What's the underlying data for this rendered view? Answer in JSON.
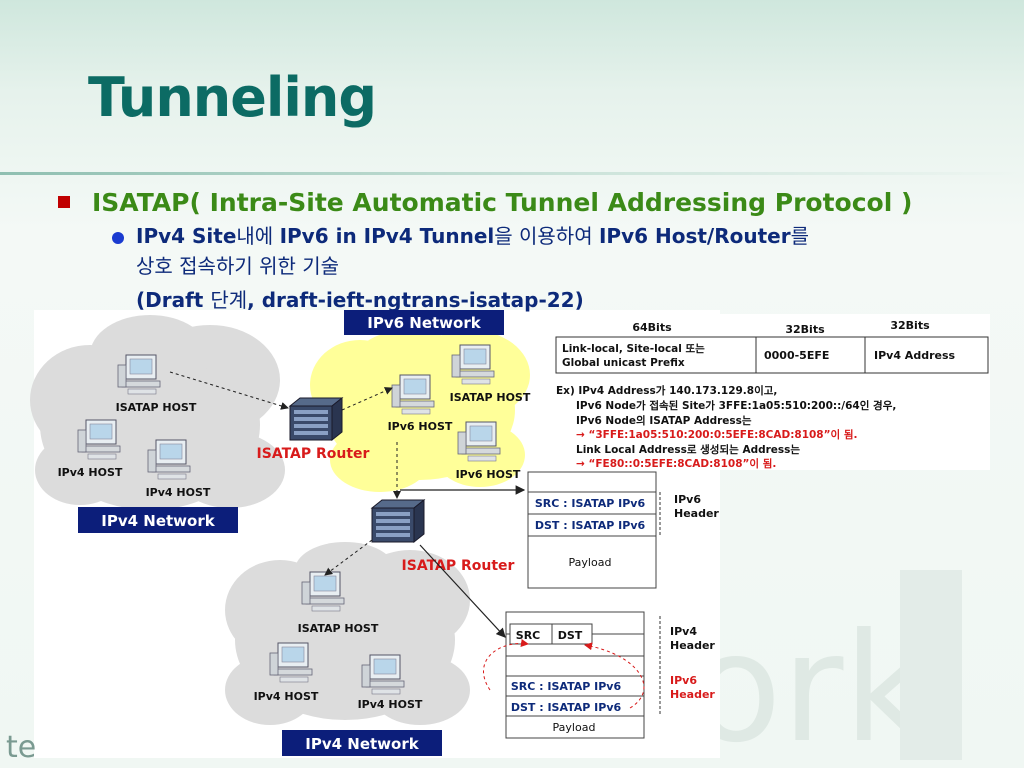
{
  "slide": {
    "title": "Tunneling",
    "bullet1": "ISATAP( Intra-Site Automatic Tunnel Addressing Protocol )",
    "bullet2": {
      "p1": "IPv4 Site",
      "p2": "내에 ",
      "p3": "IPv6 in IPv4 Tunnel",
      "p4": "을 이용하여 ",
      "p5": "IPv6 Host/Router",
      "p6": "를",
      "line2": "상호 접속하기 위한 기술"
    },
    "bullet3": {
      "p1": "(Draft ",
      "p2": "단계",
      "p3": ", draft-ieft-ngtrans-isatap-22)"
    },
    "footer_fragment": "te"
  },
  "diagram": {
    "network_labels": {
      "ipv6": "IPv6 Network",
      "ipv4_top": "IPv4 Network",
      "ipv4_bottom": "IPv4 Network"
    },
    "hosts": {
      "top_isatap": "ISATAP HOST",
      "top_ipv4_a": "IPv4 HOST",
      "top_ipv4_b": "IPv4 HOST",
      "v6_ipv6_a": "IPv6 HOST",
      "v6_isatap": "ISATAP HOST",
      "v6_ipv6_b": "IPv6 HOST",
      "bot_isatap": "ISATAP HOST",
      "bot_ipv4_a": "IPv4 HOST",
      "bot_ipv4_b": "IPv4 HOST"
    },
    "routers": {
      "r1": "ISATAP Router",
      "r2": "ISATAP Router"
    },
    "packet1": {
      "src": "SRC : ISATAP IPv6",
      "dst": "DST : ISATAP IPv6",
      "payload": "Payload",
      "header_label_1": "IPv6",
      "header_label_2": "Header"
    },
    "packet2": {
      "src": "SRC",
      "dst": "DST",
      "src6": "SRC : ISATAP IPv6",
      "dst6": "DST : ISATAP IPv6",
      "payload": "Payload",
      "ipv4_label_1": "IPv4",
      "ipv4_label_2": "Header",
      "ipv6_label_1": "IPv6",
      "ipv6_label_2": "Header"
    },
    "address_format": {
      "bits": [
        "64Bits",
        "32Bits",
        "32Bits"
      ],
      "cell1_line1": "Link-local, Site-local 또는",
      "cell1_line2": "Global unicast Prefix",
      "cell2": "0000-5EFE",
      "cell3": "IPv4 Address"
    },
    "example": {
      "line1": "Ex) IPv4 Address가 140.173.129.8이고,",
      "line2": "IPv6 Node가 접속된 Site가 3FFE:1a05:510:200::/64인 경우,",
      "line3": "IPv6 Node의 ISATAP Address는",
      "line4": "→ “3FFE:1a05:510:200:0:5EFE:8CAD:8108”이 됨.",
      "line5": "Link Local Address로 생성되는 Address는",
      "line6": "→ “FE80::0:5EFE:8CAD:8108”이 됨."
    },
    "colors": {
      "label_bg": "#0c1e7a",
      "router_text": "#d81b1b",
      "cloud_gray": "#dcdcdc",
      "cloud_yellow": "#ffff99",
      "red_text": "#d81b1b"
    }
  }
}
